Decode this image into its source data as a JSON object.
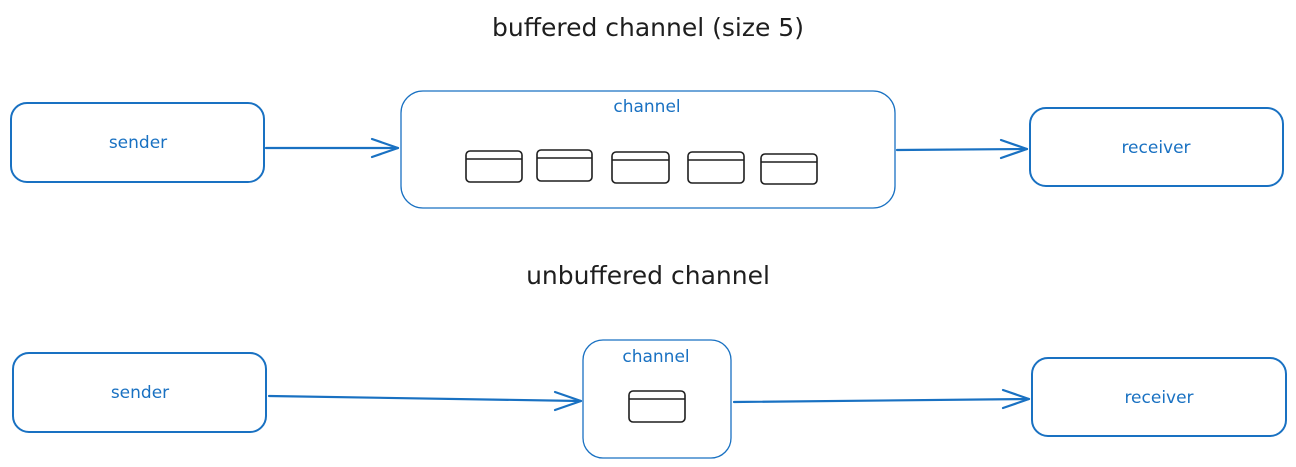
{
  "buffered": {
    "title": "buffered channel (size 5)",
    "sender_label": "sender",
    "channel_label": "channel",
    "receiver_label": "receiver",
    "slot_count": 5
  },
  "unbuffered": {
    "title": "unbuffered channel",
    "sender_label": "sender",
    "channel_label": "channel",
    "receiver_label": "receiver",
    "slot_count": 1
  },
  "colors": {
    "stroke_blue": "#1971c2",
    "stroke_dark": "#1e1e1e"
  }
}
